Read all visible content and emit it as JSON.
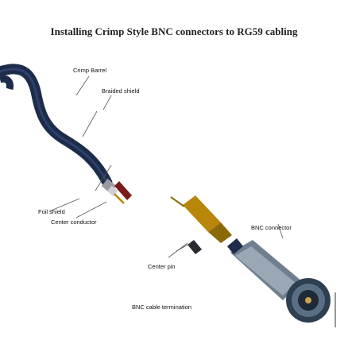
{
  "title": "Installing Crimp Style BNC connectors to RG59 cabling",
  "labels": {
    "crimp_barrel": "Crimp Barrel",
    "braided_shield": "Braided shield",
    "foil_shield": "Foil shield",
    "center_conductor": "Center conductor",
    "bnc_connector": "BNC connector",
    "center_pin": "Center pin",
    "bnc_termination": "BNC cable termination"
  },
  "colors": {
    "cable_jacket": "#1c2c4a",
    "braid": "#9a9aa0",
    "foil": "#d0d0d4",
    "copper": "#b8860b",
    "metal": "#7a8a9a",
    "leader": "#555555"
  }
}
